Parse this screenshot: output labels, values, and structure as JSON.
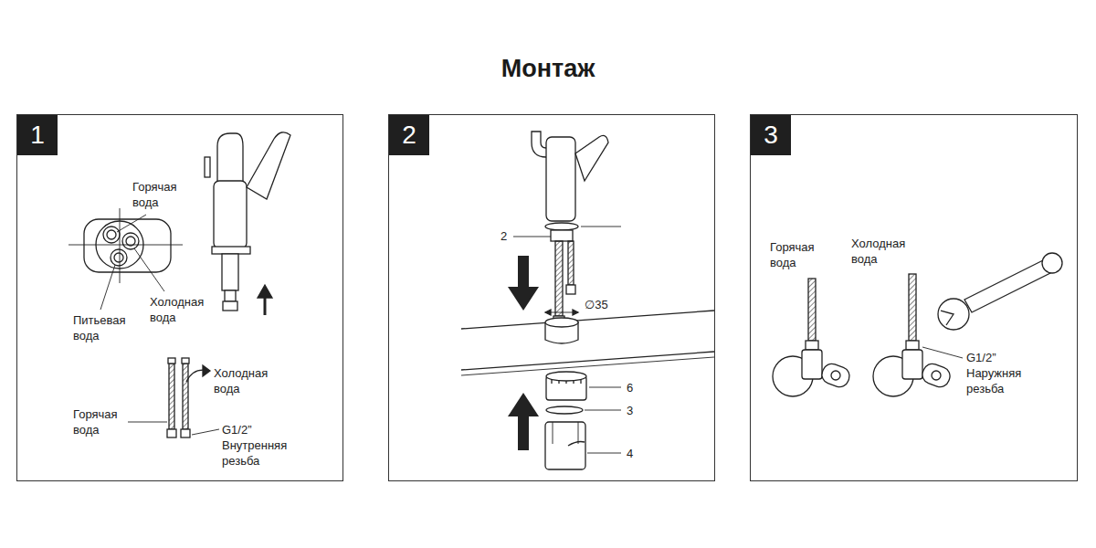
{
  "diagram": {
    "title": "Монтаж",
    "nodes": [
      {
        "text": [
          "1"
        ]
      },
      {
        "text": [
          "2"
        ]
      },
      {
        "text": [
          "3"
        ]
      }
    ],
    "labels": [
      "Горячая вода",
      "Холодная вода",
      "Питьевая вода",
      "Холодная вода",
      "Горячая вода",
      "G1/2” Внутренняя резьба",
      "2",
      "∅35",
      "6",
      "3",
      "4",
      "Горячая вода",
      "Холодная вода",
      "G1/2” Наружняя резьба"
    ]
  }
}
